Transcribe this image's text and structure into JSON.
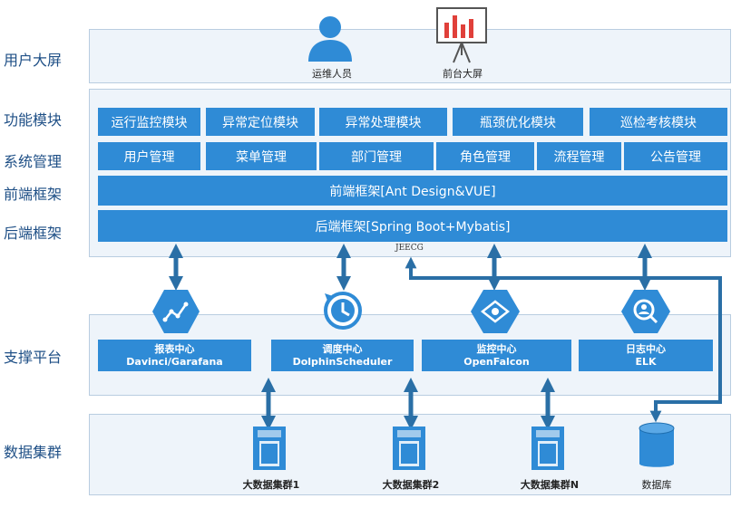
{
  "rows": {
    "user_screen": "用户大屏",
    "function_module": "功能模块",
    "system_mgmt": "系统管理",
    "frontend": "前端框架",
    "backend": "后端框架",
    "support": "支撑平台",
    "data_cluster": "数据集群"
  },
  "users": {
    "ops": "运维人员",
    "front_screen": "前台大屏"
  },
  "modules": [
    "运行监控模块",
    "异常定位模块",
    "异常处理模块",
    "瓶颈优化模块",
    "巡检考核模块"
  ],
  "system": [
    "用户管理",
    "菜单管理",
    "部门管理",
    "角色管理",
    "流程管理",
    "公告管理"
  ],
  "frontend_bar": "前端框架[Ant Design&VUE]",
  "backend_bar": "后端框架[Spring Boot+Mybatis]",
  "jeecg": "JEECG",
  "services": [
    {
      "name": "报表中心",
      "sub": "Davinci/Garafana"
    },
    {
      "name": "调度中心",
      "sub": "DolphinScheduler"
    },
    {
      "name": "监控中心",
      "sub": "OpenFalcon"
    },
    {
      "name": "日志中心",
      "sub": "ELK"
    }
  ],
  "clusters": [
    "大数据集群1",
    "大数据集群2",
    "大数据集群N"
  ],
  "database": "数据库",
  "colors": {
    "accent": "#2f8bd6",
    "arrow": "#2a6fa6",
    "panel": "#eef4fa",
    "label": "#1e4f86"
  }
}
